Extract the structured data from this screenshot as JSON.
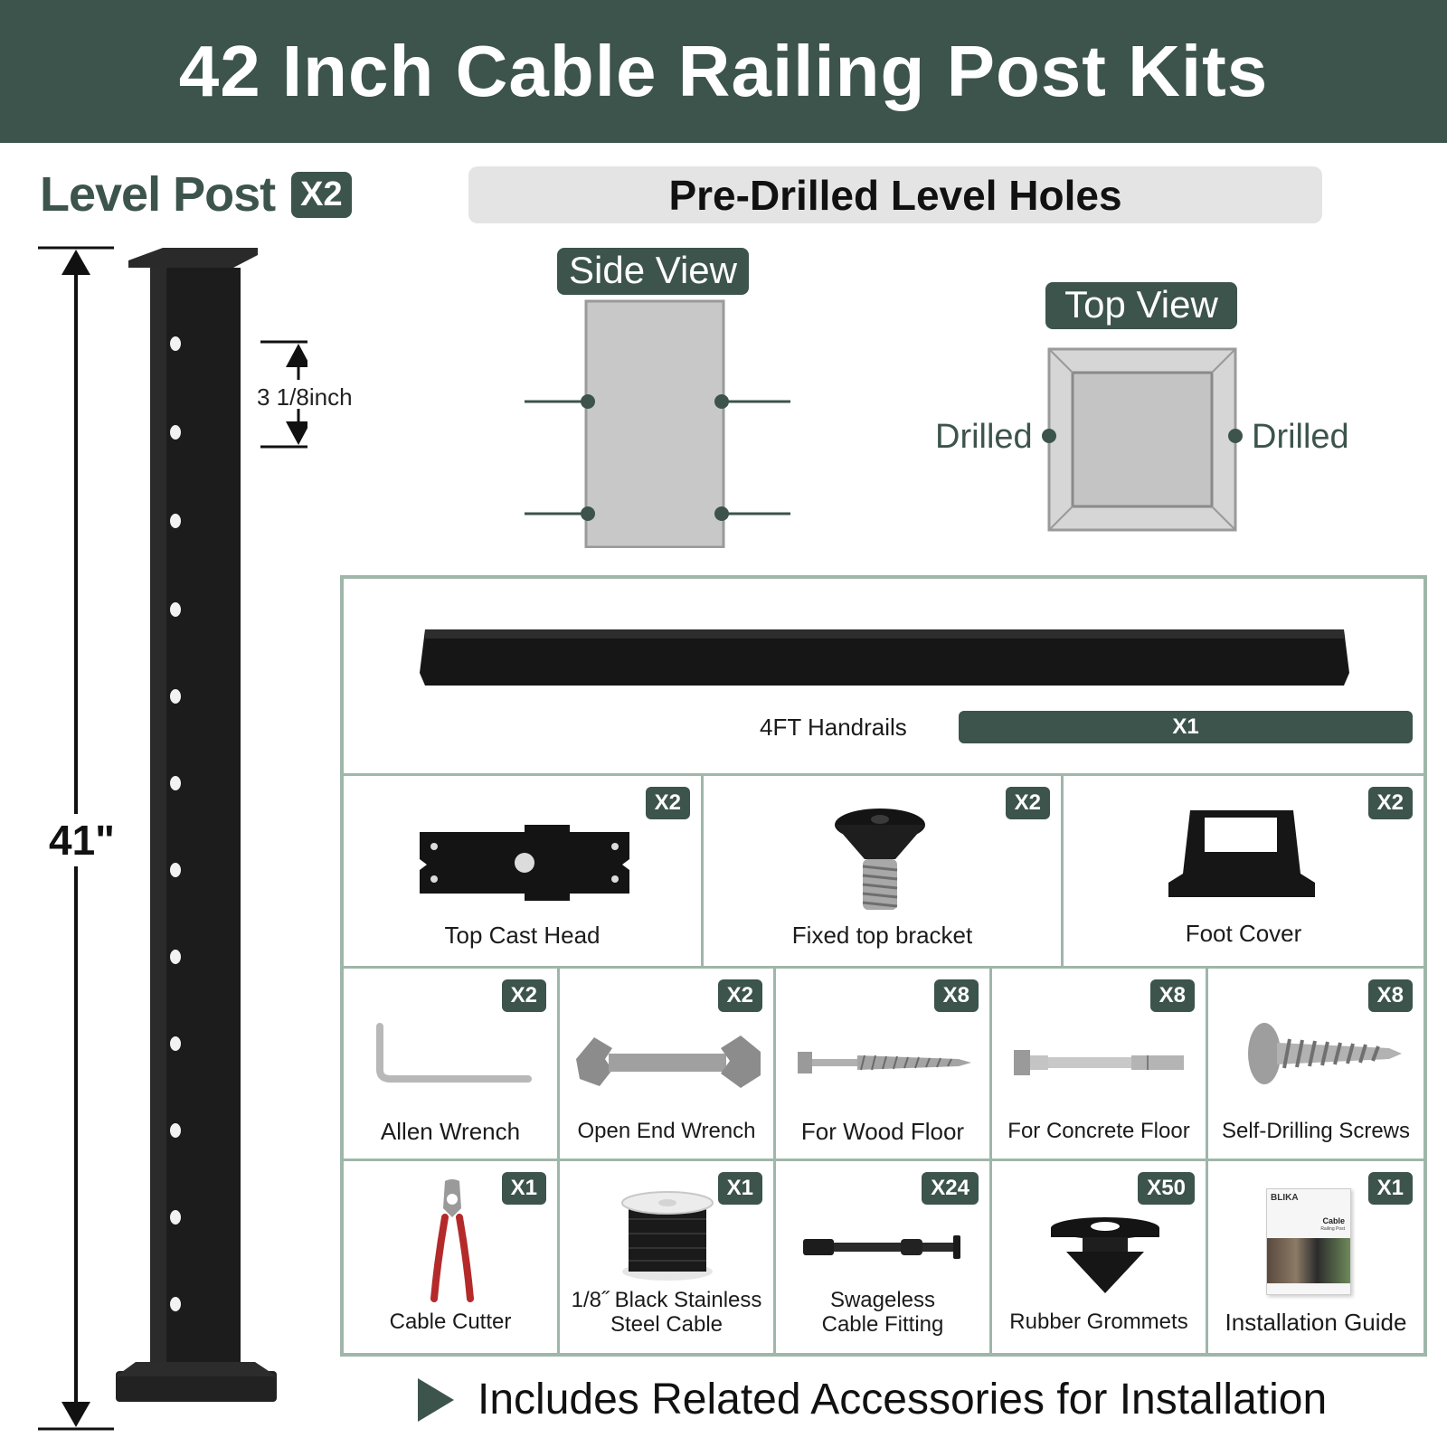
{
  "header": {
    "title": "42 Inch Cable Railing Post Kits"
  },
  "level_post": {
    "title": "Level Post",
    "qty": "X2",
    "height_label": "41\"",
    "spacing_label": "3 1/8inch"
  },
  "holes": {
    "title": "Pre-Drilled Level Holes",
    "side_view": "Side View",
    "top_view": "Top View",
    "drilled_left": "Drilled",
    "drilled_right": "Drilled"
  },
  "handrail": {
    "label": "4FT Handrails",
    "qty": "X1"
  },
  "row2": [
    {
      "label": "Top Cast Head",
      "qty": "X2",
      "icon": "top-cast-head-icon"
    },
    {
      "label": "Fixed top bracket",
      "qty": "X2",
      "icon": "bracket-screw-icon"
    },
    {
      "label": "Foot Cover",
      "qty": "X2",
      "icon": "foot-cover-icon"
    }
  ],
  "row3": [
    {
      "label": "Allen Wrench",
      "qty": "X2",
      "icon": "allen-wrench-icon"
    },
    {
      "label": "Open End Wrench",
      "qty": "X2",
      "icon": "open-end-wrench-icon"
    },
    {
      "label": "For Wood Floor",
      "qty": "X8",
      "icon": "lag-screw-icon"
    },
    {
      "label": "For Concrete Floor",
      "qty": "X8",
      "icon": "anchor-bolt-icon"
    },
    {
      "label": "Self-Drilling Screws",
      "qty": "X8",
      "icon": "self-drilling-screw-icon"
    }
  ],
  "row4": [
    {
      "label": "Cable Cutter",
      "qty": "X1",
      "icon": "cable-cutter-icon"
    },
    {
      "label_1": "1/8˝ Black Stainless",
      "label_2": "Steel Cable",
      "qty": "X1",
      "icon": "cable-spool-icon"
    },
    {
      "label_1": "Swageless",
      "label_2": "Cable Fitting",
      "qty": "X24",
      "icon": "cable-fitting-icon"
    },
    {
      "label": "Rubber Grommets",
      "qty": "X50",
      "icon": "grommet-icon"
    },
    {
      "label": "Installation Guide",
      "qty": "X1",
      "icon": "guide-booklet-icon",
      "guide_brand": "BLIKA",
      "guide_title_1": "Cable",
      "guide_title_2": "Railing Post"
    }
  ],
  "footer": {
    "text": "Includes Related Accessories for Installation"
  },
  "colors": {
    "brand_green": "#3c544b",
    "frame": "#9fb6aa",
    "post_black": "#1a1a1a"
  }
}
